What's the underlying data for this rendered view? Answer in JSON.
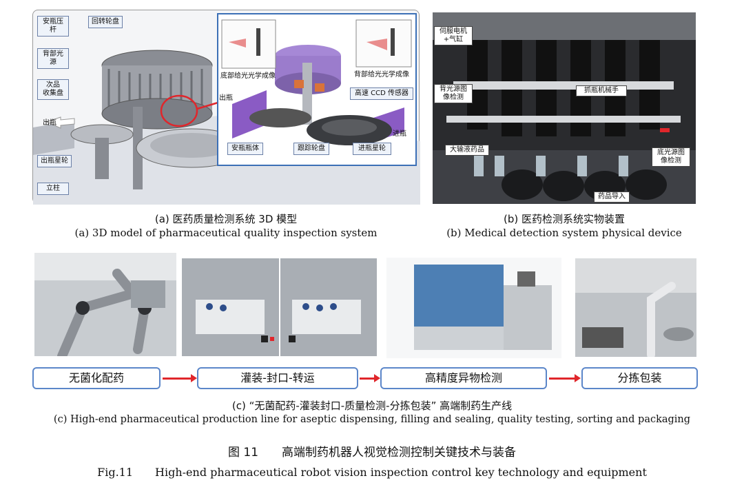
{
  "panel_a": {
    "labels": {
      "ampoule_press_rod": "安瓶压杆",
      "rotary_wheel": "回转轮盘",
      "back_light_source": "背部光源",
      "reject_tray": "次品\n收集盘",
      "bottle_out": "出瓶",
      "out_star_wheel": "出瓶星轮",
      "column": "立柱",
      "bottom_light_imaging": "底部给光光学成像",
      "back_light_imaging": "背部给光光学成像",
      "high_speed_ccd": "高速 CCD 传感器",
      "bottle_out_inset": "出瓶",
      "ampoule_body": "安瓶瓶体",
      "tracking_wheel": "跟踪轮盘",
      "in_star_wheel": "进瓶星轮",
      "bottle_in": "进瓶"
    },
    "caption_cn": "(a) 医药质量检测系统 3D 模型",
    "caption_en": "(a) 3D model of pharmaceutical quality inspection system"
  },
  "panel_b": {
    "labels": {
      "servo_cylinder": "伺服电机\n+气缸",
      "back_light_detection": "背光源图\n像检测",
      "gripper": "抓瓶机械手",
      "infusion": "大输液药品",
      "bottom_light_detection": "底光源图\n像检测",
      "drug_in": "药品导入"
    },
    "caption_cn": "(b) 医药检测系统实物装置",
    "caption_en": "(b) Medical detection system physical device"
  },
  "panel_c": {
    "steps": [
      "无菌化配药",
      "灌装-封口-转运",
      "高精度异物检测",
      "分拣包装"
    ],
    "caption_cn": "(c) “无菌配药-灌装封口-质量检测-分拣包装” 高端制药生产线",
    "caption_en": "(c) High-end pharmaceutical production line for aseptic dispensing, filling and sealing, quality testing, sorting and packaging"
  },
  "figure": {
    "title_cn": "图 11　　高端制药机器人视觉检测控制关键技术与装备",
    "title_en": "Fig.11　　High-end pharmaceutical robot vision inspection control key technology and equipment"
  },
  "colors": {
    "inset_border": "#3b6fb6",
    "flow_border": "#5b86c9",
    "arrow": "#e0262b",
    "highlight": "#e0262b"
  }
}
